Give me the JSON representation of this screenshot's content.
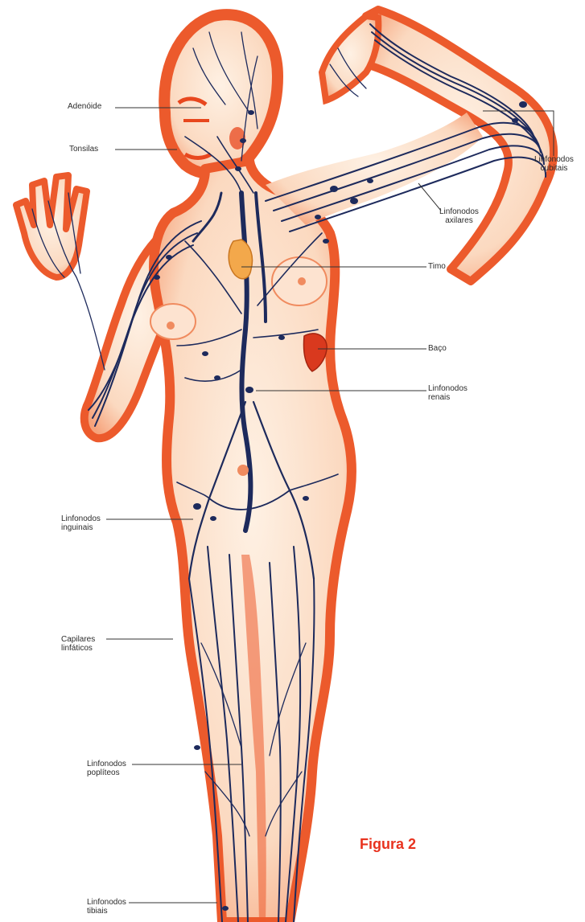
{
  "caption": "Figura 2",
  "colors": {
    "skin": "#f06a3a",
    "skin_light": "#fbd9c0",
    "vessel": "#1d2a5c",
    "vessel_light": "#6d76a8",
    "thymus": "#f3a84b",
    "spleen": "#d9391e",
    "caption": "#e8321e",
    "leader": "#333333"
  },
  "labels": {
    "adenoide": "Adenóide",
    "tonsilas": "Tonsilas",
    "linfonodos_cubitais": [
      "Linfonodos",
      "cubitais"
    ],
    "linfonodos_axilares": [
      "Linfonodos",
      "axilares"
    ],
    "timo": "Timo",
    "baco": "Baço",
    "linfonodos_renais": [
      "Linfonodos",
      "renais"
    ],
    "linfonodos_inguinais": [
      "Linfonodos",
      "inguinais"
    ],
    "capilares_linfaticos": [
      "Capilares",
      "linfáticos"
    ],
    "linfonodos_popliteos": [
      "Linfonodos",
      "poplíteos"
    ],
    "linfonodos_tibiais": [
      "Linfonodos",
      "tibiais"
    ]
  }
}
